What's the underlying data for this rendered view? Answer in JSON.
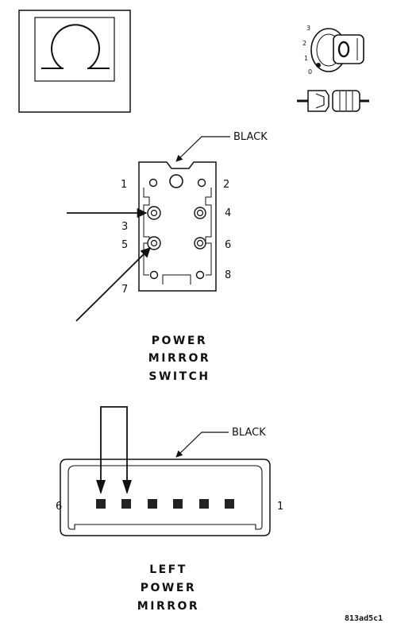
{
  "switch": {
    "color_label": "BLACK",
    "pins": [
      "1",
      "2",
      "3",
      "4",
      "5",
      "6",
      "7",
      "8"
    ],
    "title_lines": [
      "POWER",
      "MIRROR",
      "SWITCH"
    ]
  },
  "mirror": {
    "color_label": "BLACK",
    "pin_left": "6",
    "pin_right": "1",
    "title_lines": [
      "LEFT",
      "POWER",
      "MIRROR"
    ]
  },
  "ignition_icon": {
    "positions": [
      "3",
      "2",
      "1",
      "0"
    ]
  },
  "figure_code": "813ad5c1",
  "colors": {
    "ink": "#111111",
    "paper": "#ffffff"
  }
}
